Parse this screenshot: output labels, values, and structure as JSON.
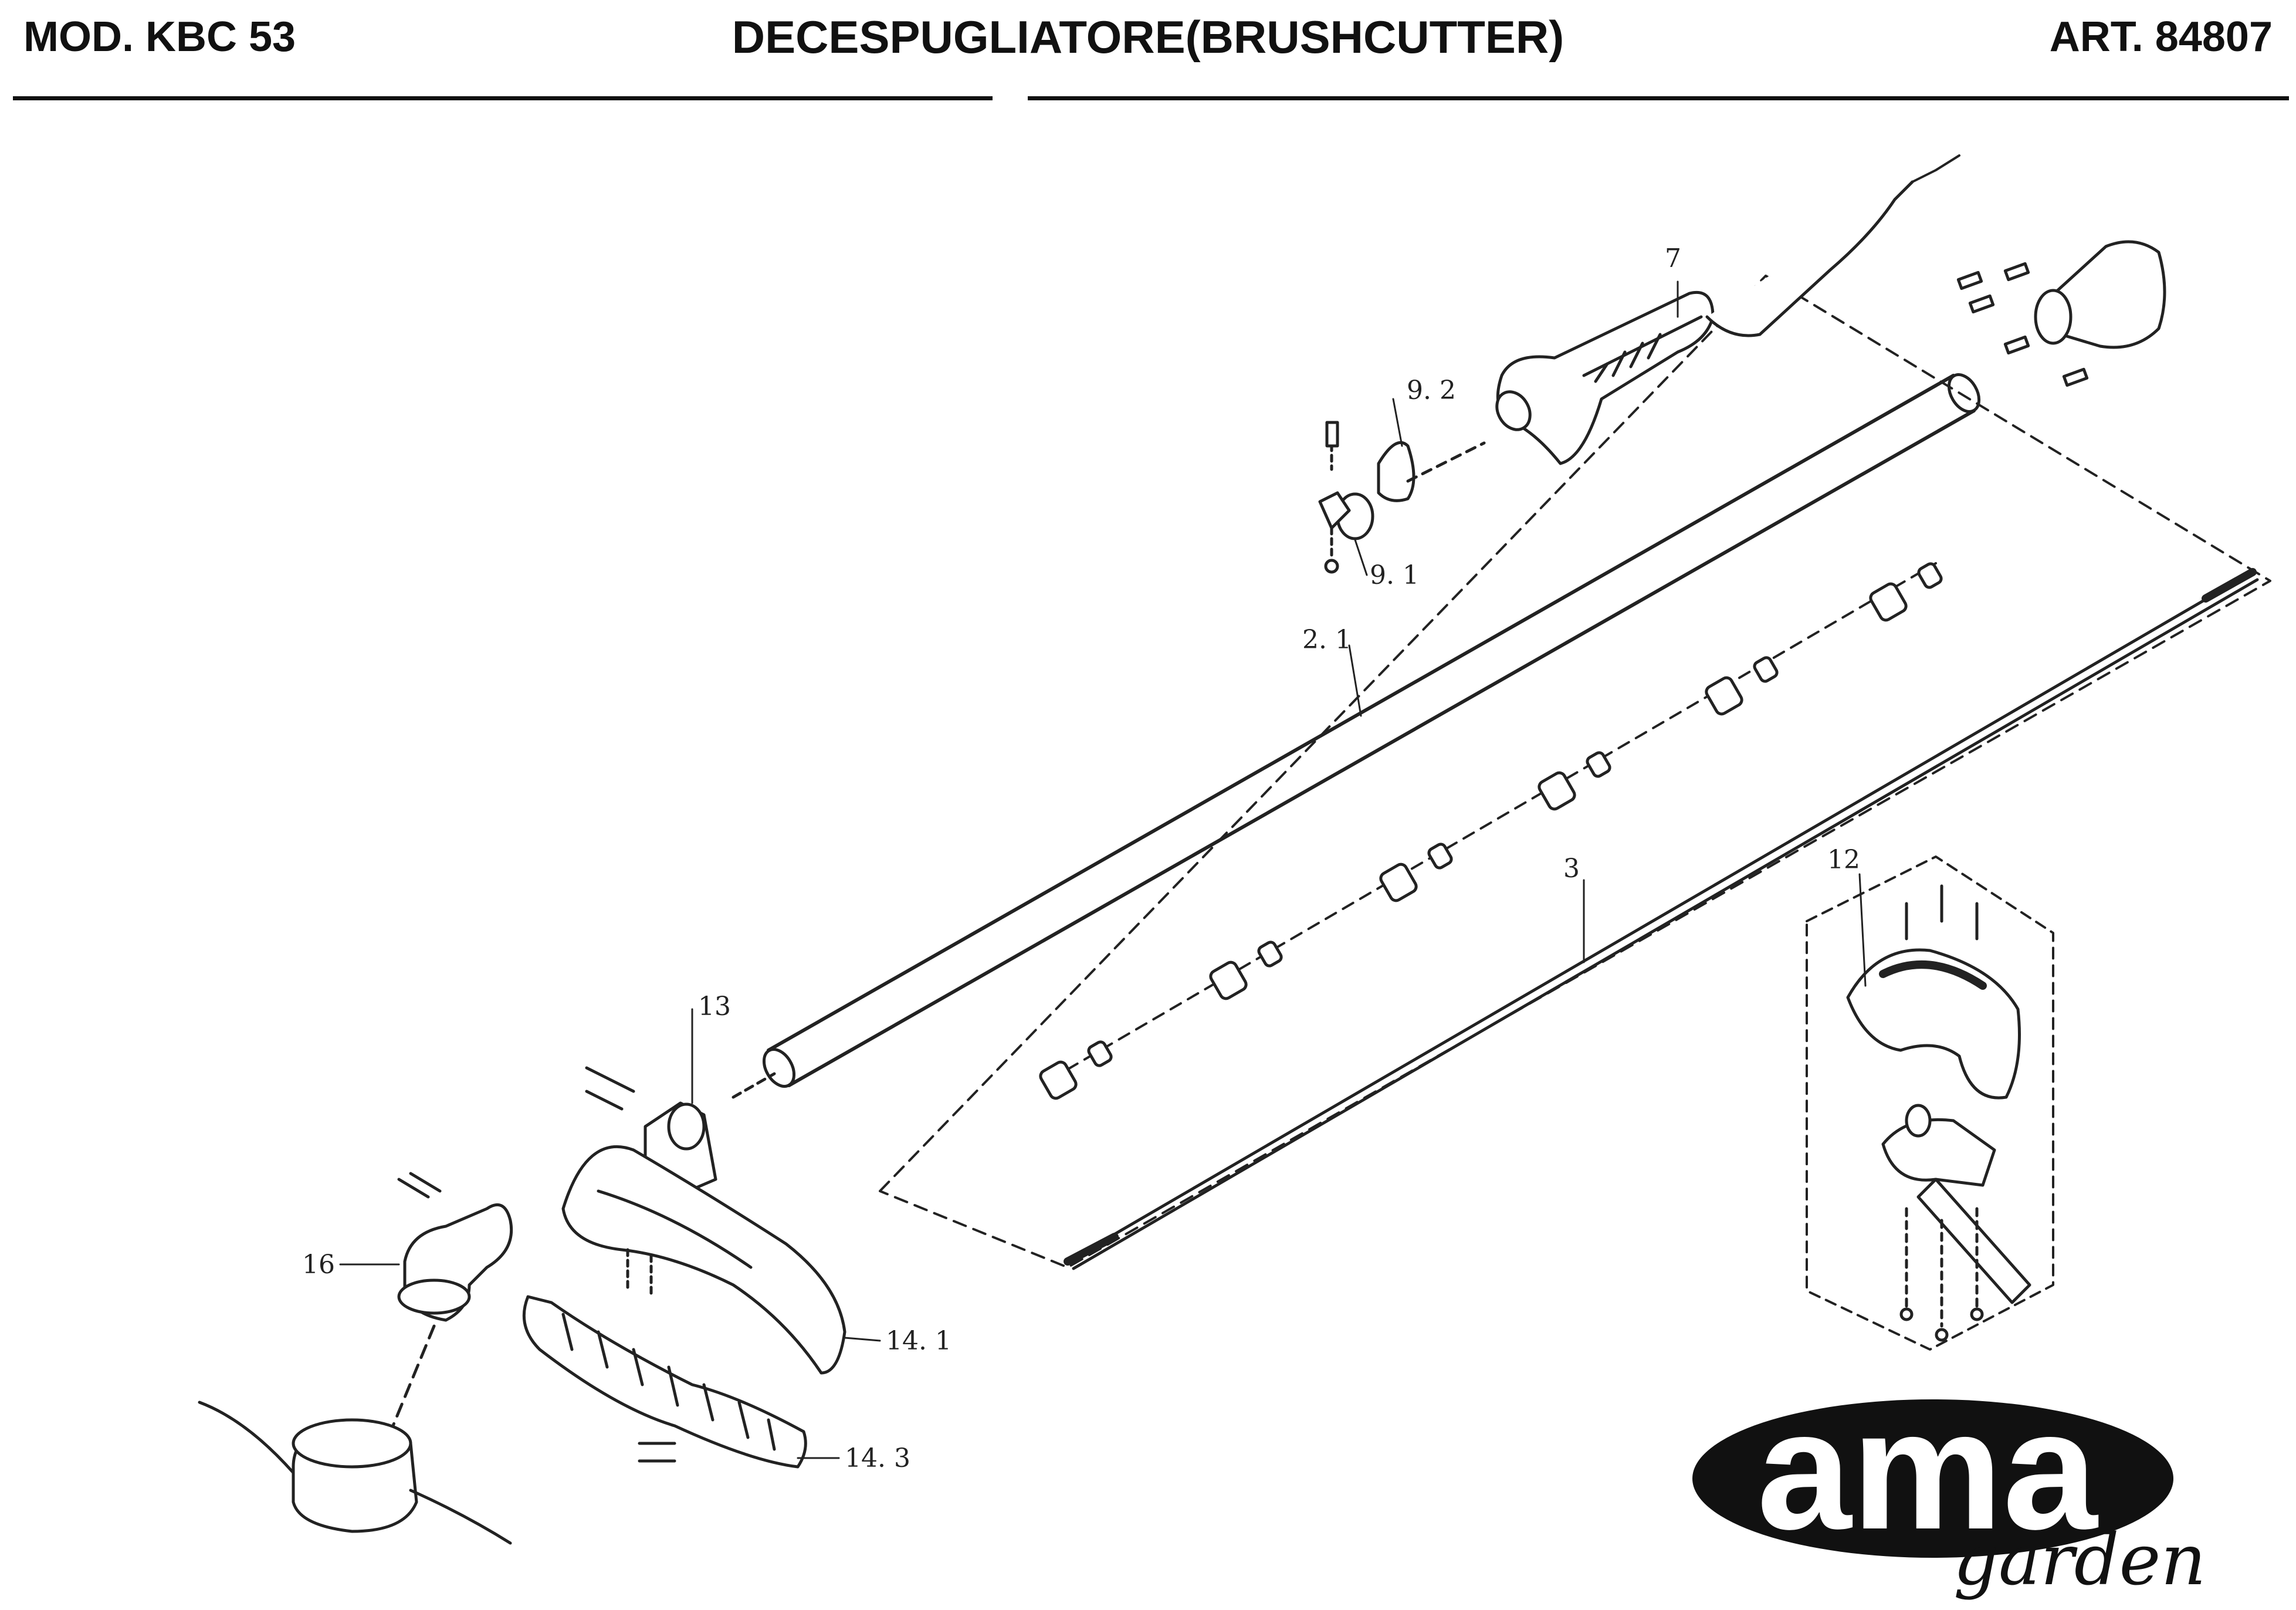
{
  "header": {
    "model": "MOD. KBC 53",
    "title": "DECESPUGLIATORE(BRUSHCUTTER)",
    "article": "ART. 84807"
  },
  "part_labels": {
    "p7": "7",
    "p9_2": "9. 2",
    "p9_1": "9. 1",
    "p2_1": "2. 1",
    "p3": "3",
    "p12": "12",
    "p13": "13",
    "p16": "16",
    "p14_1": "14. 1",
    "p14_3": "14. 3"
  },
  "logo": {
    "brand": "ama",
    "tagline": "garden"
  }
}
